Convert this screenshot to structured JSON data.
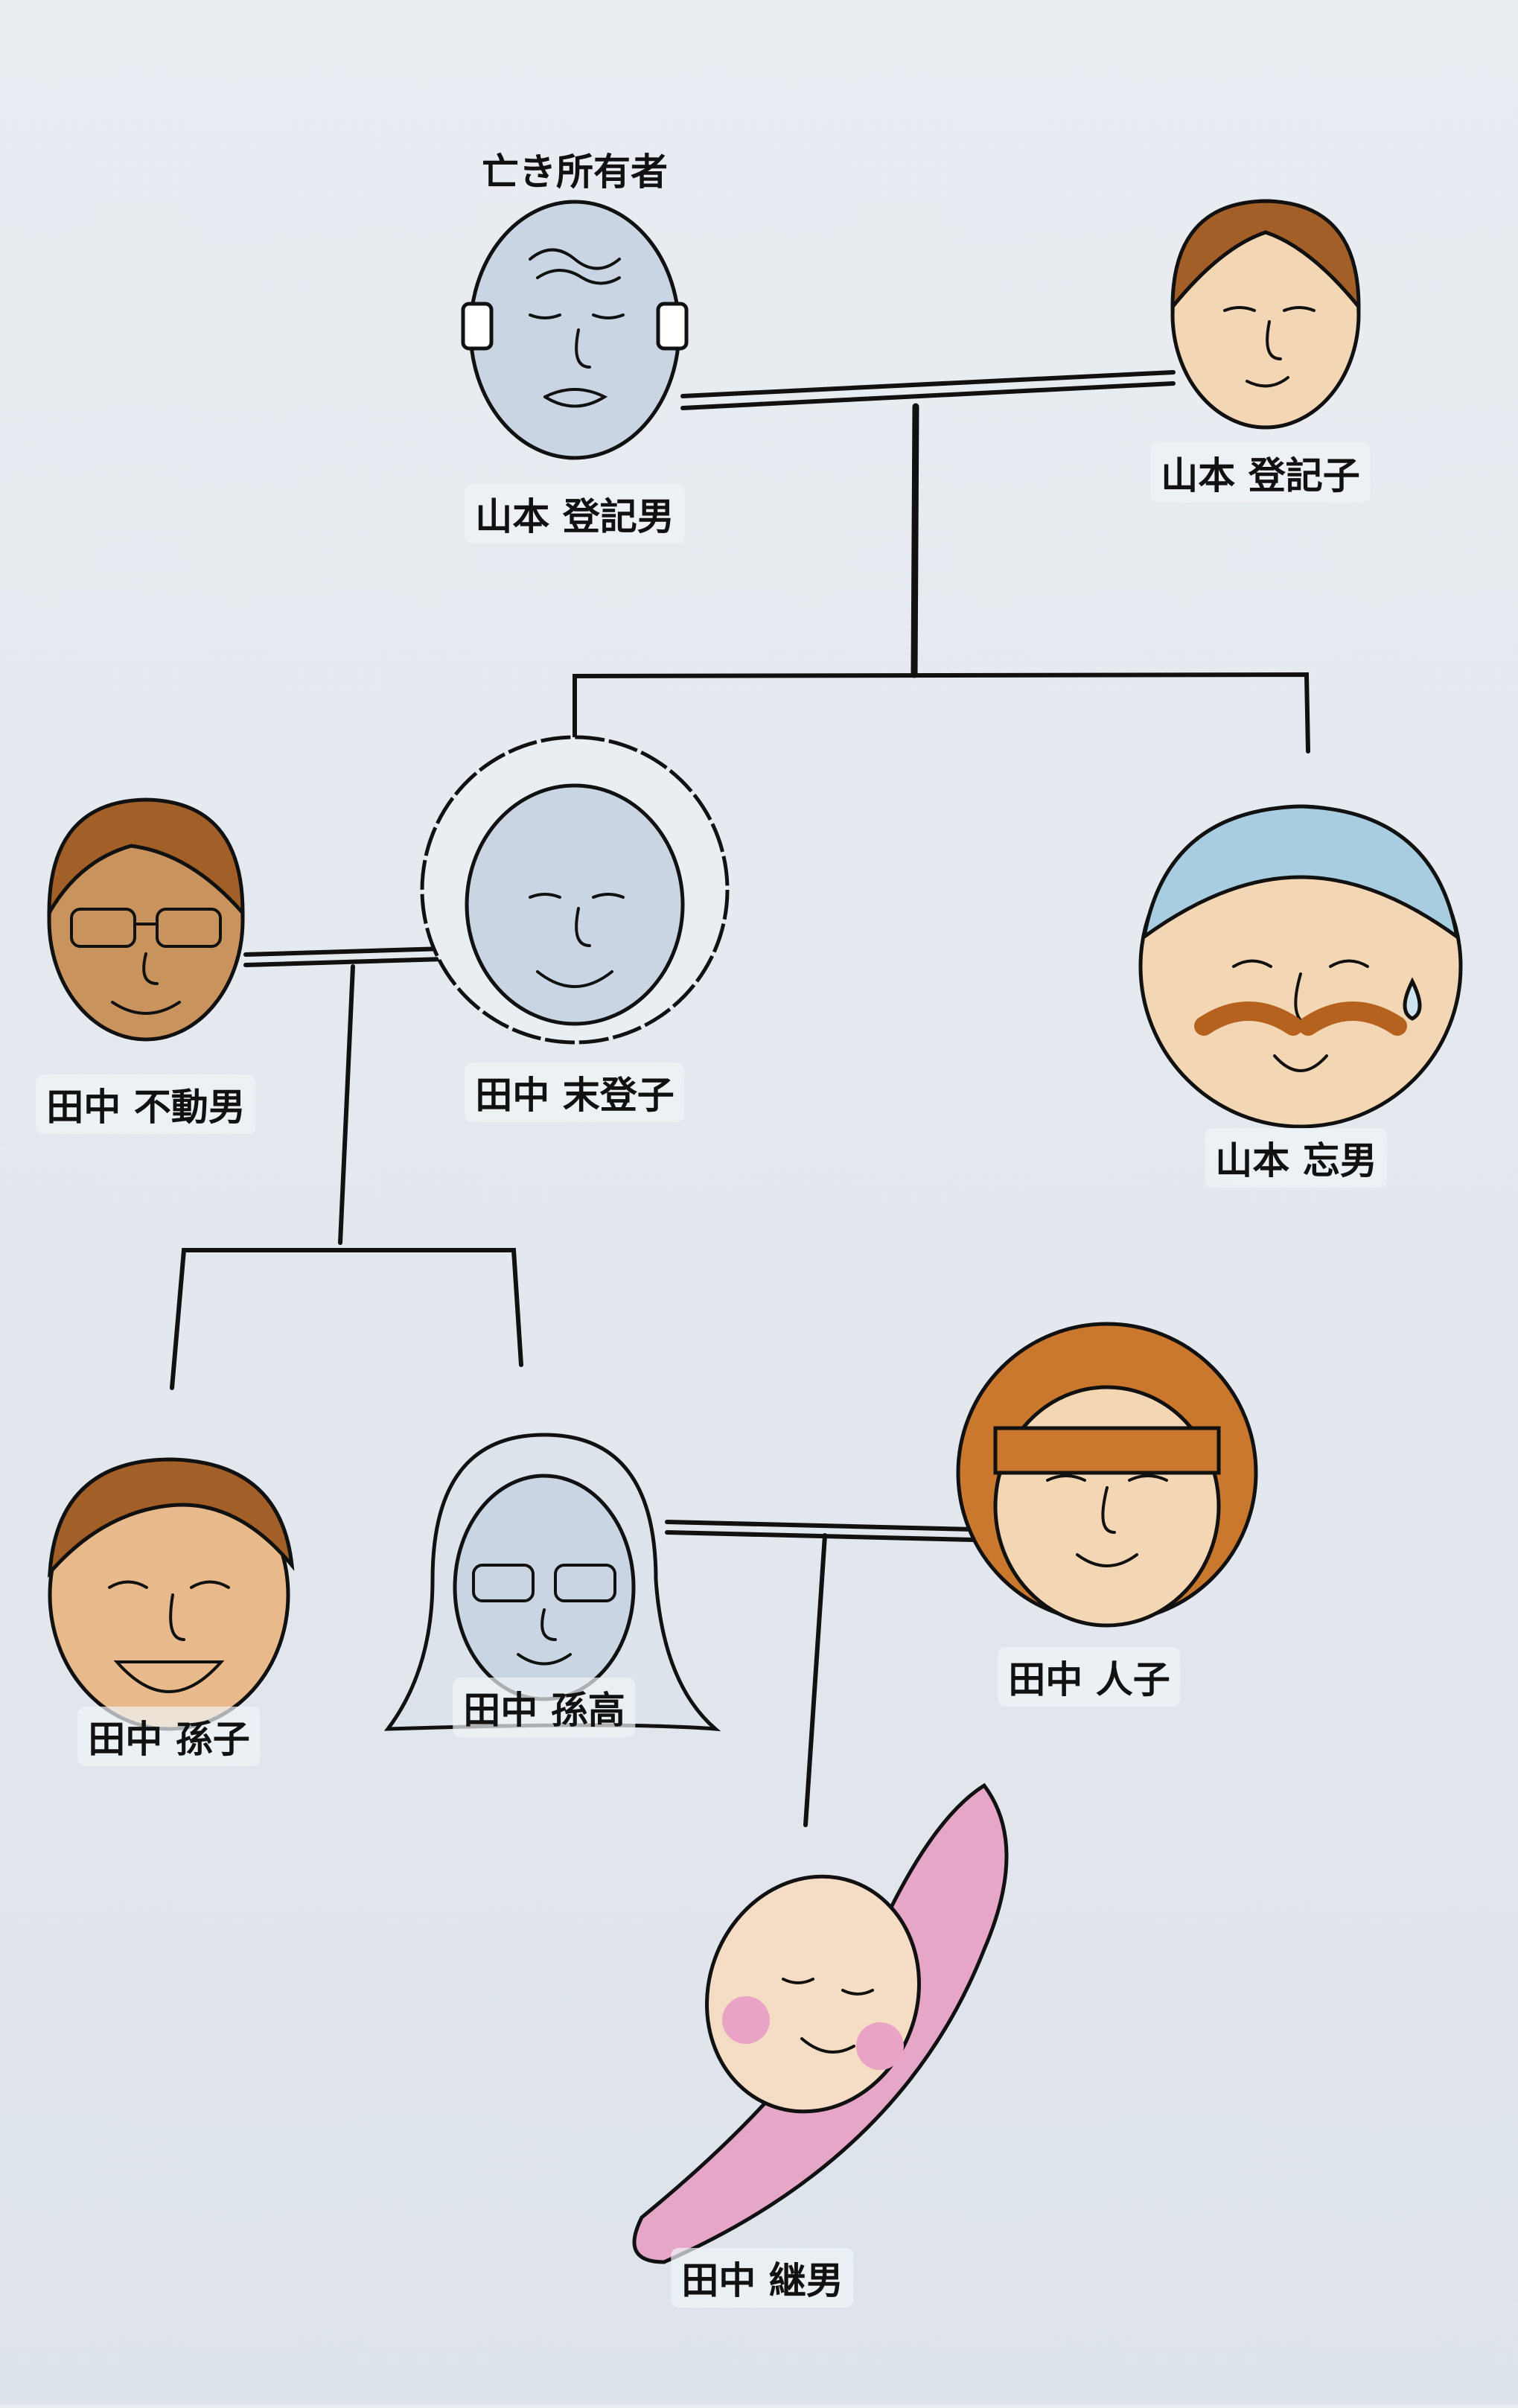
{
  "title": "亡き所有者",
  "people": {
    "tokio": {
      "name": "山本 登記男",
      "role": "deceased-owner"
    },
    "tokiko": {
      "name": "山本 登記子"
    },
    "fudoo": {
      "name": "田中 不動男"
    },
    "mitoko": {
      "name": "田中 末登子"
    },
    "wasureo": {
      "name": "山本 忘男"
    },
    "magoko": {
      "name": "田中 孫子"
    },
    "magotaka": {
      "name": "田中 孫高"
    },
    "hitoko": {
      "name": "田中 人子"
    },
    "tsuguo": {
      "name": "田中 継男"
    }
  },
  "colors": {
    "elder_skin": "#c9d5e2",
    "skin": "#f3d6b3",
    "brown_hair": "#a35f28",
    "orange_hair": "#c9782d",
    "blanket": "#e6a6c8"
  }
}
